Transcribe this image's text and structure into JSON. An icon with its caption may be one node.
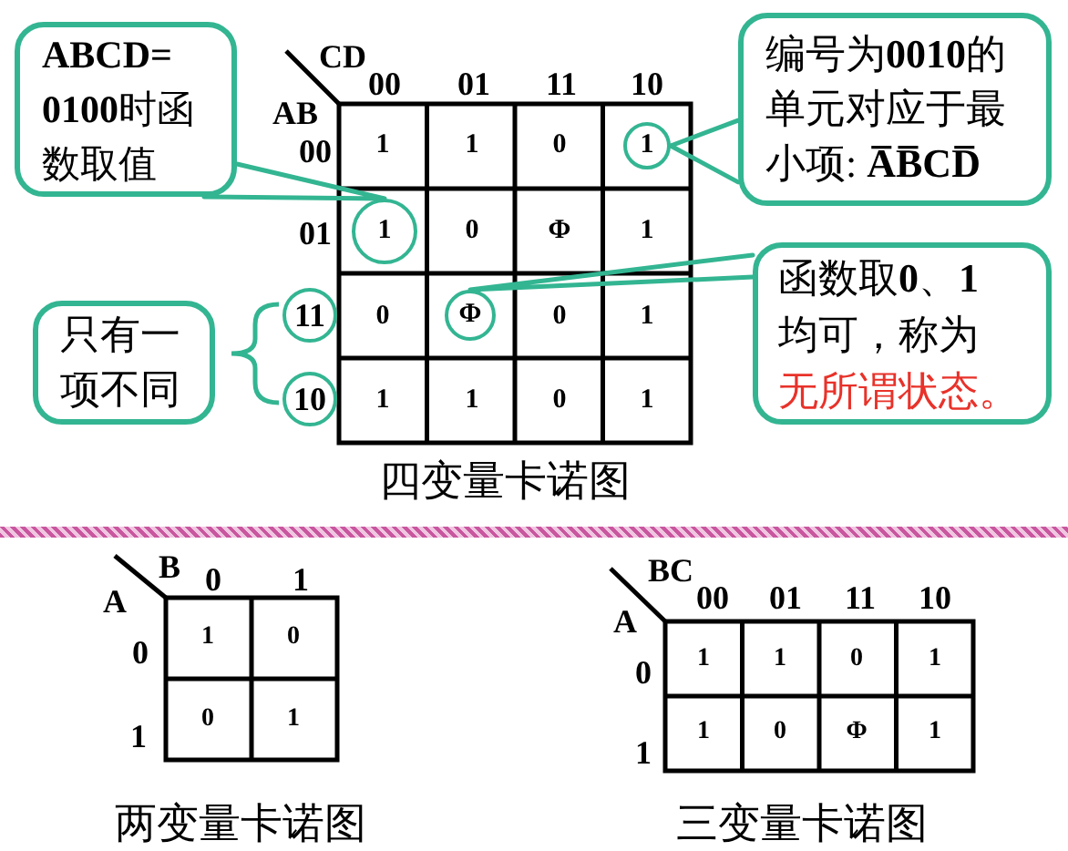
{
  "diagram": {
    "nodes": [
      {
        "text": [
          "**ABCD= 0100**时函数取值"
        ]
      },
      {
        "text": [
          "编号为**0010**的单元对应于最小项: **A̅B̅CD̅**"
        ]
      },
      {
        "text": [],
        "shape": "circle"
      },
      {
        "text": [],
        "shape": "circle"
      },
      {
        "text": [
          "函数取**0**、**1**均可，称为",
          "无所谓状态。"
        ]
      },
      {
        "text": [],
        "shape": "circle"
      },
      {
        "text": [],
        "shape": "circle"
      },
      {
        "text": [
          "只有一项不同"
        ]
      },
      {
        "text": [],
        "shape": "circle"
      }
    ],
    "edges": [
      {
        "from": 0,
        "to": 3,
        "arrow": "none"
      },
      {
        "from": 1,
        "to": 2,
        "arrow": "none"
      },
      {
        "from": 4,
        "to": 6,
        "arrow": "none"
      }
    ],
    "labels": [
      "CD",
      "00",
      "01",
      "11",
      "10",
      "AB",
      "00",
      "1",
      "1",
      "0",
      "1",
      "01",
      "1",
      "0",
      "Φ",
      "1",
      "11",
      "0",
      "Φ",
      "0",
      "1",
      "10",
      "1",
      "1",
      "0",
      "1",
      "四变量卡诺图",
      "B",
      "0",
      "1",
      "A",
      "0",
      "1",
      "0",
      "1",
      "0",
      "1",
      "两变量卡诺图",
      "BC",
      "00",
      "01",
      "11",
      "10",
      "A",
      "0",
      "1",
      "1",
      "0",
      "1",
      "1",
      "1",
      "0",
      "Φ",
      "1",
      "三变量卡诺图"
    ]
  }
}
